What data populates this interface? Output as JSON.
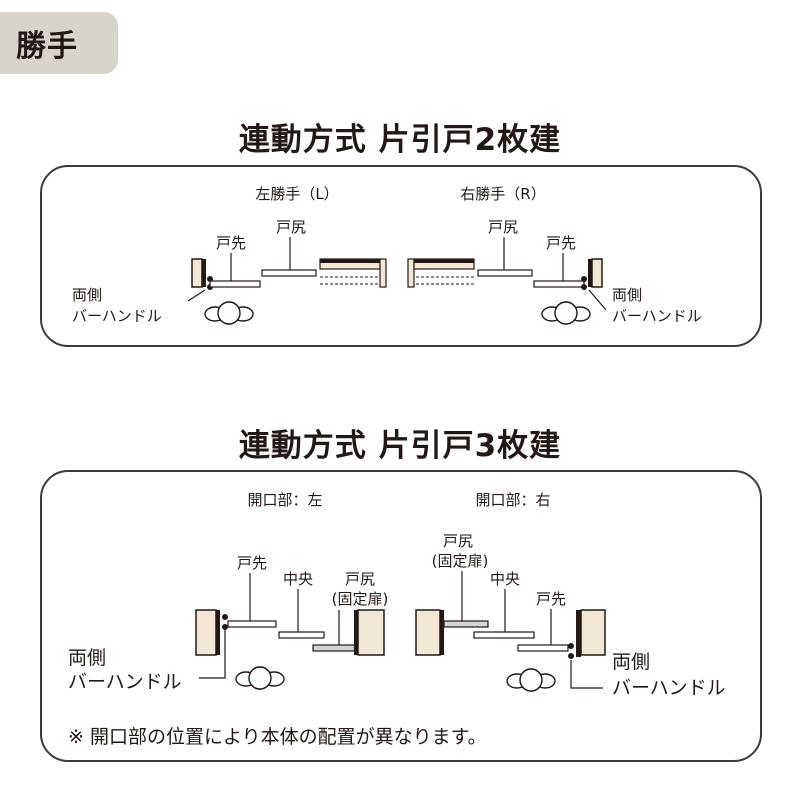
{
  "badge": {
    "label": "勝手"
  },
  "section_2door": {
    "title": "連動方式 片引戸2枚建",
    "left": {
      "heading": "左勝手（L）",
      "tojiri": "戸尻",
      "tosaki": "戸先",
      "handle_line1": "両側",
      "handle_line2": "バーハンドル"
    },
    "right": {
      "heading": "右勝手（R）",
      "tojiri": "戸尻",
      "tosaki": "戸先",
      "handle_line1": "両側",
      "handle_line2": "バーハンドル"
    }
  },
  "section_3door": {
    "title": "連動方式 片引戸3枚建",
    "left": {
      "heading": "開口部：左",
      "tosaki": "戸先",
      "chuo": "中央",
      "tojiri_line1": "戸尻",
      "tojiri_line2": "(固定扉)",
      "handle_line1": "両側",
      "handle_line2": "バーハンドル"
    },
    "right": {
      "heading": "開口部：右",
      "tojiri_line1": "戸尻",
      "tojiri_line2": "(固定扉)",
      "chuo": "中央",
      "tosaki": "戸先",
      "handle_line1": "両側",
      "handle_line2": "バーハンドル"
    },
    "note": "※ 開口部の位置により本体の配置が異なります。"
  },
  "colors": {
    "wall": "#f2e6d4",
    "frame": "#231815",
    "door_fill": "#ffffff",
    "fixed_door_fill": "#d4d4d4",
    "badge_bg": "#d9d4cb"
  }
}
